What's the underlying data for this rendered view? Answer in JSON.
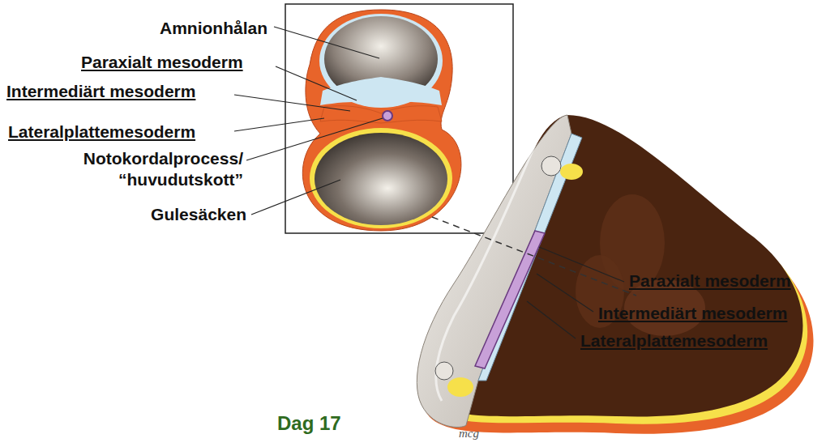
{
  "diagram": {
    "caption": "Dag 17",
    "labels": [
      "Amnionhålan",
      "Paraxialt mesoderm",
      "Intermediärt mesoderm",
      "Lateralplattemesoderm",
      "Notokordalprocess/ “huvudutskott”",
      "Gulesäcken",
      "Paraxialt mesoderm",
      "Intermediärt mesoderm",
      "Lateralplattemesoderm",
      "mcg"
    ]
  }
}
